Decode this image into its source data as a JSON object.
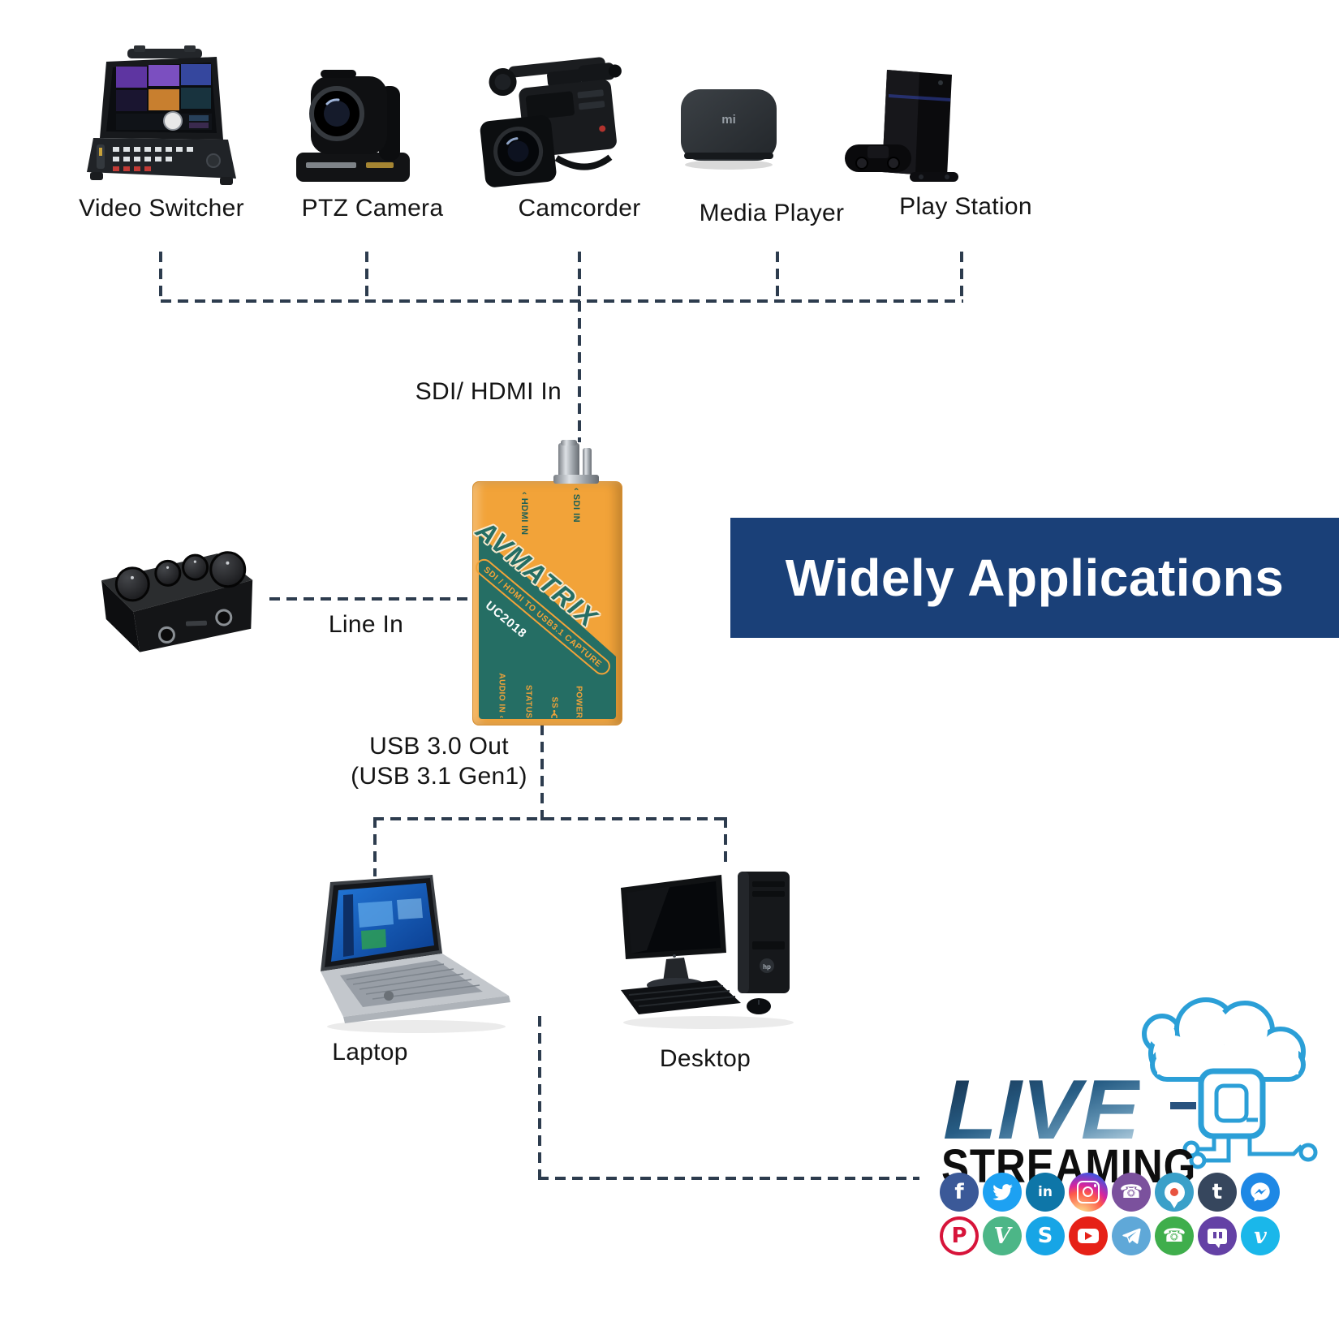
{
  "sources": [
    {
      "label": "Video Switcher"
    },
    {
      "label": "PTZ Camera"
    },
    {
      "label": "Camcorder"
    },
    {
      "label": "Media Player"
    },
    {
      "label": "Play Station"
    }
  ],
  "capture_device": {
    "brand": "AVMATRIX",
    "subtitle": "SDI / HDMI TO USB3.1 CAPTURE",
    "model": "UC2018",
    "top_ports": [
      {
        "label": "‹ HDMI IN"
      },
      {
        "label": "‹ SDI IN"
      }
    ],
    "bottom_ports": [
      {
        "label": "AUDIO IN ‹"
      },
      {
        "label": "STATUS"
      },
      {
        "label": "SS"
      },
      {
        "label": "POWER"
      }
    ],
    "body_color": "#F2A339",
    "panel_color": "#256E64"
  },
  "connections": {
    "input_label": "SDI/ HDMI In",
    "line_in_label": "Line In",
    "usb_label_line1": "USB 3.0 Out",
    "usb_label_line2": "(USB 3.1 Gen1)"
  },
  "banner": {
    "text": "Widely Applications",
    "bg_color": "#1A4078",
    "text_color": "#FFFFFF"
  },
  "computers": [
    {
      "label": "Laptop"
    },
    {
      "label": "Desktop"
    }
  ],
  "logo": {
    "word_top": "LIVE",
    "word_bottom": "STREAMING",
    "accent_color": "#2B9FD7"
  },
  "social_icons": {
    "row1": [
      {
        "name": "facebook",
        "bg": "#3B5998",
        "type": "glyph",
        "glyph": "f"
      },
      {
        "name": "twitter",
        "bg": "#1DA1F2",
        "type": "twitter-bird"
      },
      {
        "name": "linkedin",
        "bg": "#0E76A8",
        "type": "glyph",
        "glyph": "in"
      },
      {
        "name": "instagram",
        "bg": "gradient",
        "type": "instagram-camera"
      },
      {
        "name": "viber",
        "bg": "#7B519D",
        "type": "phone"
      },
      {
        "name": "periscope",
        "bg": "#3AA0C9",
        "type": "periscope-pin"
      },
      {
        "name": "tumblr",
        "bg": "#36465D",
        "type": "glyph",
        "glyph": "t"
      },
      {
        "name": "messenger",
        "bg": "#1E88E5",
        "type": "messenger-bolt"
      }
    ],
    "row2": [
      {
        "name": "pinterest",
        "bg": "#FFFFFF",
        "ring": "#D7143A",
        "fg": "#D7143A",
        "type": "glyph",
        "glyph": "P"
      },
      {
        "name": "vine",
        "bg": "#4CB687",
        "type": "glyph-script",
        "glyph": "V"
      },
      {
        "name": "skype",
        "bg": "#17A5E6",
        "type": "glyph",
        "glyph": "S"
      },
      {
        "name": "youtube",
        "bg": "#E62117",
        "type": "youtube-play"
      },
      {
        "name": "telegram",
        "bg": "#5FA8D8",
        "type": "telegram-plane"
      },
      {
        "name": "whatsapp",
        "bg": "#3FAE4C",
        "type": "phone"
      },
      {
        "name": "twitch",
        "bg": "#6441A5",
        "type": "twitch-glitch"
      },
      {
        "name": "vimeo",
        "bg": "#1AB7EA",
        "type": "glyph-script",
        "glyph": "v"
      }
    ]
  }
}
